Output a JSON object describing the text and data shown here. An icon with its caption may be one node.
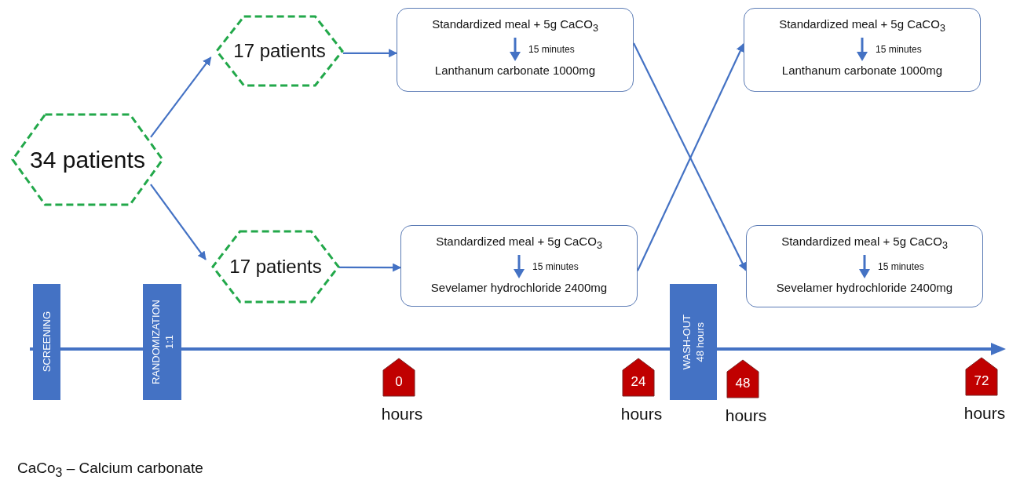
{
  "diagram": {
    "nodes": [
      {
        "text": [
          "34 patients"
        ]
      },
      {
        "text": [
          "17 patients"
        ]
      },
      {
        "text": [
          "17 patients"
        ]
      },
      {
        "text": [
          "Standardized meal + 5g CaCO$_{3}$",
          "15 minutes",
          "Lanthanum carbonate 1000mg"
        ]
      },
      {
        "text": [
          "Standardized meal + 5g CaCO$_{3}$",
          "15 minutes",
          "Sevelamer hydrochloride 2400mg"
        ]
      },
      {
        "text": [
          "Standardized meal + 5g CaCO$_{3}$",
          "15 minutes",
          "Lanthanum carbonate 1000mg"
        ]
      },
      {
        "text": [
          "Standardized meal + 5g CaCO$_{3}$",
          "15 minutes",
          "Sevelamer hydrochloride 2400mg"
        ]
      },
      {
        "text": [
          "SCREENING"
        ]
      },
      {
        "text": [
          "RANDOMIZATION",
          "1:1"
        ]
      },
      {
        "text": [
          "WASH-OUT",
          "48 hours"
        ]
      },
      {
        "text": [
          "0"
        ],
        "beside": [
          "hours"
        ]
      },
      {
        "text": [
          "24"
        ],
        "beside": [
          "hours"
        ]
      },
      {
        "text": [
          "48"
        ],
        "beside": [
          "hours"
        ]
      },
      {
        "text": [
          "72"
        ],
        "beside": [
          "hours"
        ]
      }
    ],
    "edges": [
      {
        "from": 0,
        "to": 1,
        "arrow": "to"
      },
      {
        "from": 0,
        "to": 2,
        "arrow": "to"
      },
      {
        "from": 1,
        "to": 3,
        "arrow": "to"
      },
      {
        "from": 2,
        "to": 4,
        "arrow": "to"
      },
      {
        "from": 3,
        "to": 6,
        "arrow": "to"
      },
      {
        "from": 4,
        "to": 5,
        "arrow": "to"
      }
    ],
    "labels": [
      "CaCo$_{3}$ – Calcium carbonate"
    ]
  }
}
